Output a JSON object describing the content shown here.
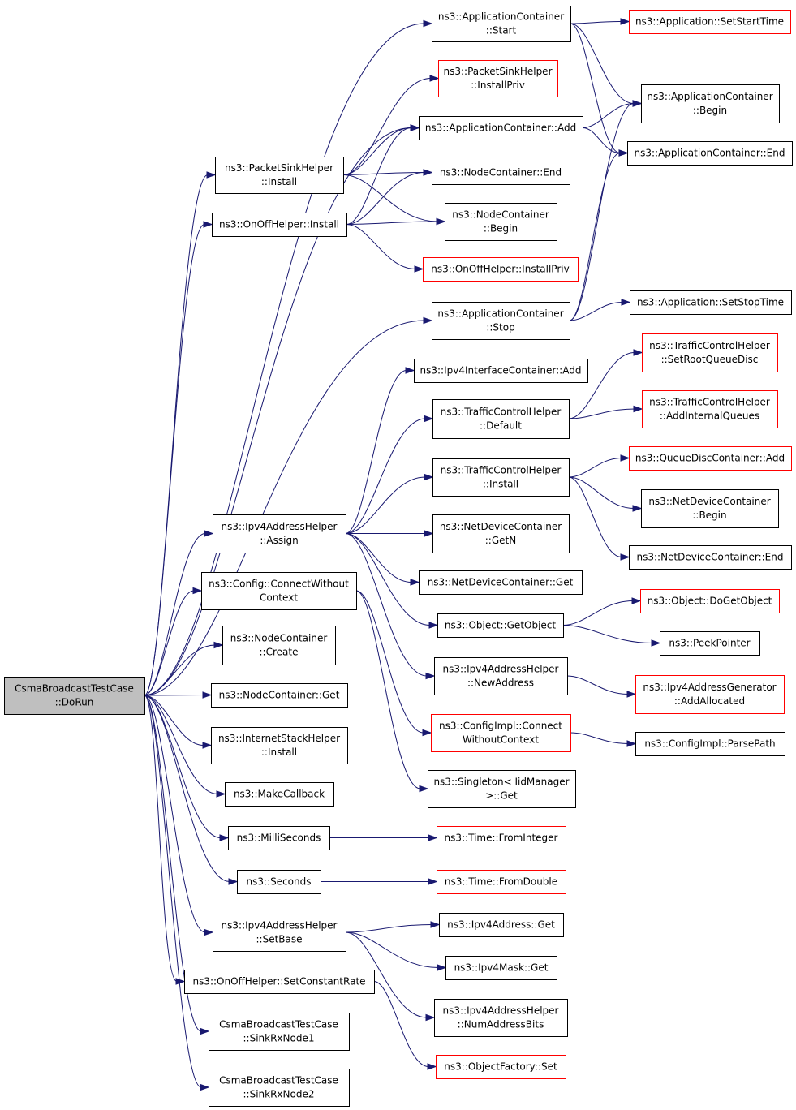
{
  "diagram": {
    "type": "call-graph",
    "colors": {
      "edge": "#191970",
      "root_fill": "#bfbfbf",
      "normal_border": "#000000",
      "truncated_border": "#ff0000"
    },
    "nodes": [
      {
        "id": "root",
        "lines": [
          "CsmaBroadcastTestCase",
          "::DoRun"
        ],
        "style": "root"
      },
      {
        "id": "ac_start",
        "lines": [
          "ns3::ApplicationContainer",
          "::Start"
        ],
        "style": "normal"
      },
      {
        "id": "app_setstart",
        "lines": [
          "ns3::Application::SetStartTime"
        ],
        "style": "red"
      },
      {
        "id": "psh_installpriv",
        "lines": [
          "ns3::PacketSinkHelper",
          "::InstallPriv"
        ],
        "style": "red"
      },
      {
        "id": "ac_begin",
        "lines": [
          "ns3::ApplicationContainer",
          "::Begin"
        ],
        "style": "normal"
      },
      {
        "id": "ac_add",
        "lines": [
          "ns3::ApplicationContainer::Add"
        ],
        "style": "normal"
      },
      {
        "id": "ac_end",
        "lines": [
          "ns3::ApplicationContainer::End"
        ],
        "style": "normal"
      },
      {
        "id": "psh_install",
        "lines": [
          "ns3::PacketSinkHelper",
          "::Install"
        ],
        "style": "normal"
      },
      {
        "id": "nc_end",
        "lines": [
          "ns3::NodeContainer::End"
        ],
        "style": "normal"
      },
      {
        "id": "onoff_install",
        "lines": [
          "ns3::OnOffHelper::Install"
        ],
        "style": "normal"
      },
      {
        "id": "nc_begin",
        "lines": [
          "ns3::NodeContainer",
          "::Begin"
        ],
        "style": "normal"
      },
      {
        "id": "onoff_installpriv",
        "lines": [
          "ns3::OnOffHelper::InstallPriv"
        ],
        "style": "red"
      },
      {
        "id": "ac_stop",
        "lines": [
          "ns3::ApplicationContainer",
          "::Stop"
        ],
        "style": "normal"
      },
      {
        "id": "app_setstop",
        "lines": [
          "ns3::Application::SetStopTime"
        ],
        "style": "normal"
      },
      {
        "id": "tch_setroot",
        "lines": [
          "ns3::TrafficControlHelper",
          "::SetRootQueueDisc"
        ],
        "style": "red"
      },
      {
        "id": "ipv4ic_add",
        "lines": [
          "ns3::Ipv4InterfaceContainer::Add"
        ],
        "style": "normal"
      },
      {
        "id": "tch_default",
        "lines": [
          "ns3::TrafficControlHelper",
          "::Default"
        ],
        "style": "normal"
      },
      {
        "id": "tch_addinternal",
        "lines": [
          "ns3::TrafficControlHelper",
          "::AddInternalQueues"
        ],
        "style": "red"
      },
      {
        "id": "tch_install",
        "lines": [
          "ns3::TrafficControlHelper",
          "::Install"
        ],
        "style": "normal"
      },
      {
        "id": "qdc_add",
        "lines": [
          "ns3::QueueDiscContainer::Add"
        ],
        "style": "red"
      },
      {
        "id": "ndc_begin",
        "lines": [
          "ns3::NetDeviceContainer",
          "::Begin"
        ],
        "style": "normal"
      },
      {
        "id": "ipv4ah_assign",
        "lines": [
          "ns3::Ipv4AddressHelper",
          "::Assign"
        ],
        "style": "normal"
      },
      {
        "id": "ndc_getn",
        "lines": [
          "ns3::NetDeviceContainer",
          "::GetN"
        ],
        "style": "normal"
      },
      {
        "id": "ndc_end",
        "lines": [
          "ns3::NetDeviceContainer::End"
        ],
        "style": "normal"
      },
      {
        "id": "ndc_get",
        "lines": [
          "ns3::NetDeviceContainer::Get"
        ],
        "style": "normal"
      },
      {
        "id": "config_cwc",
        "lines": [
          "ns3::Config::ConnectWithout",
          "Context"
        ],
        "style": "normal"
      },
      {
        "id": "obj_doget",
        "lines": [
          "ns3::Object::DoGetObject"
        ],
        "style": "red"
      },
      {
        "id": "obj_get",
        "lines": [
          "ns3::Object::GetObject"
        ],
        "style": "normal"
      },
      {
        "id": "nc_create",
        "lines": [
          "ns3::NodeContainer",
          "::Create"
        ],
        "style": "normal"
      },
      {
        "id": "peekpointer",
        "lines": [
          "ns3::PeekPointer"
        ],
        "style": "normal"
      },
      {
        "id": "ipv4ah_newaddr",
        "lines": [
          "ns3::Ipv4AddressHelper",
          "::NewAddress"
        ],
        "style": "normal"
      },
      {
        "id": "ipv4ag_addalloc",
        "lines": [
          "ns3::Ipv4AddressGenerator",
          "::AddAllocated"
        ],
        "style": "red"
      },
      {
        "id": "nc_get",
        "lines": [
          "ns3::NodeContainer::Get"
        ],
        "style": "normal"
      },
      {
        "id": "ish_install",
        "lines": [
          "ns3::InternetStackHelper",
          "::Install"
        ],
        "style": "normal"
      },
      {
        "id": "configimpl_cwc",
        "lines": [
          "ns3::ConfigImpl::Connect",
          "WithoutContext"
        ],
        "style": "red"
      },
      {
        "id": "configimpl_parse",
        "lines": [
          "ns3::ConfigImpl::ParsePath"
        ],
        "style": "normal"
      },
      {
        "id": "makecallback",
        "lines": [
          "ns3::MakeCallback"
        ],
        "style": "normal"
      },
      {
        "id": "singleton_get",
        "lines": [
          "ns3::Singleton< IidManager",
          ">::Get"
        ],
        "style": "normal"
      },
      {
        "id": "millis",
        "lines": [
          "ns3::MilliSeconds"
        ],
        "style": "normal"
      },
      {
        "id": "time_fromint",
        "lines": [
          "ns3::Time::FromInteger"
        ],
        "style": "red"
      },
      {
        "id": "seconds",
        "lines": [
          "ns3::Seconds"
        ],
        "style": "normal"
      },
      {
        "id": "time_fromdouble",
        "lines": [
          "ns3::Time::FromDouble"
        ],
        "style": "red"
      },
      {
        "id": "ipv4ah_setbase",
        "lines": [
          "ns3::Ipv4AddressHelper",
          "::SetBase"
        ],
        "style": "normal"
      },
      {
        "id": "ipv4addr_get",
        "lines": [
          "ns3::Ipv4Address::Get"
        ],
        "style": "normal"
      },
      {
        "id": "ipv4mask_get",
        "lines": [
          "ns3::Ipv4Mask::Get"
        ],
        "style": "normal"
      },
      {
        "id": "onoff_setrate",
        "lines": [
          "ns3::OnOffHelper::SetConstantRate"
        ],
        "style": "normal"
      },
      {
        "id": "ipv4ah_numbits",
        "lines": [
          "ns3::Ipv4AddressHelper",
          "::NumAddressBits"
        ],
        "style": "normal"
      },
      {
        "id": "sink1",
        "lines": [
          "CsmaBroadcastTestCase",
          "::SinkRxNode1"
        ],
        "style": "normal"
      },
      {
        "id": "objfactory_set",
        "lines": [
          "ns3::ObjectFactory::Set"
        ],
        "style": "red"
      },
      {
        "id": "sink2",
        "lines": [
          "CsmaBroadcastTestCase",
          "::SinkRxNode2"
        ],
        "style": "normal"
      }
    ],
    "edges": [
      [
        "root",
        "ac_start"
      ],
      [
        "root",
        "ac_add"
      ],
      [
        "root",
        "psh_install"
      ],
      [
        "root",
        "onoff_install"
      ],
      [
        "root",
        "ac_stop"
      ],
      [
        "root",
        "ipv4ah_assign"
      ],
      [
        "root",
        "config_cwc"
      ],
      [
        "root",
        "nc_create"
      ],
      [
        "root",
        "nc_get"
      ],
      [
        "root",
        "ish_install"
      ],
      [
        "root",
        "makecallback"
      ],
      [
        "root",
        "millis"
      ],
      [
        "root",
        "seconds"
      ],
      [
        "root",
        "ipv4ah_setbase"
      ],
      [
        "root",
        "onoff_setrate"
      ],
      [
        "root",
        "sink1"
      ],
      [
        "root",
        "sink2"
      ],
      [
        "ac_start",
        "app_setstart"
      ],
      [
        "ac_start",
        "ac_begin"
      ],
      [
        "ac_start",
        "ac_end"
      ],
      [
        "ac_add",
        "ac_begin"
      ],
      [
        "ac_add",
        "ac_end"
      ],
      [
        "psh_install",
        "psh_installpriv"
      ],
      [
        "psh_install",
        "ac_add"
      ],
      [
        "psh_install",
        "nc_end"
      ],
      [
        "psh_install",
        "nc_begin"
      ],
      [
        "onoff_install",
        "ac_add"
      ],
      [
        "onoff_install",
        "nc_end"
      ],
      [
        "onoff_install",
        "nc_begin"
      ],
      [
        "onoff_install",
        "onoff_installpriv"
      ],
      [
        "ac_stop",
        "app_setstop"
      ],
      [
        "ac_stop",
        "ac_begin"
      ],
      [
        "ac_stop",
        "ac_end"
      ],
      [
        "ipv4ah_assign",
        "ipv4ic_add"
      ],
      [
        "ipv4ah_assign",
        "tch_default"
      ],
      [
        "ipv4ah_assign",
        "tch_install"
      ],
      [
        "ipv4ah_assign",
        "ndc_getn"
      ],
      [
        "ipv4ah_assign",
        "ndc_get"
      ],
      [
        "ipv4ah_assign",
        "obj_get"
      ],
      [
        "ipv4ah_assign",
        "ipv4ah_newaddr"
      ],
      [
        "tch_default",
        "tch_setroot"
      ],
      [
        "tch_default",
        "tch_addinternal"
      ],
      [
        "tch_install",
        "qdc_add"
      ],
      [
        "tch_install",
        "ndc_begin"
      ],
      [
        "tch_install",
        "ndc_end"
      ],
      [
        "config_cwc",
        "configimpl_cwc"
      ],
      [
        "config_cwc",
        "singleton_get"
      ],
      [
        "obj_get",
        "obj_doget"
      ],
      [
        "obj_get",
        "peekpointer"
      ],
      [
        "ipv4ah_newaddr",
        "ipv4ag_addalloc"
      ],
      [
        "configimpl_cwc",
        "configimpl_parse"
      ],
      [
        "millis",
        "time_fromint"
      ],
      [
        "seconds",
        "time_fromdouble"
      ],
      [
        "ipv4ah_setbase",
        "ipv4addr_get"
      ],
      [
        "ipv4ah_setbase",
        "ipv4mask_get"
      ],
      [
        "ipv4ah_setbase",
        "ipv4ah_numbits"
      ],
      [
        "onoff_setrate",
        "objfactory_set"
      ]
    ]
  }
}
